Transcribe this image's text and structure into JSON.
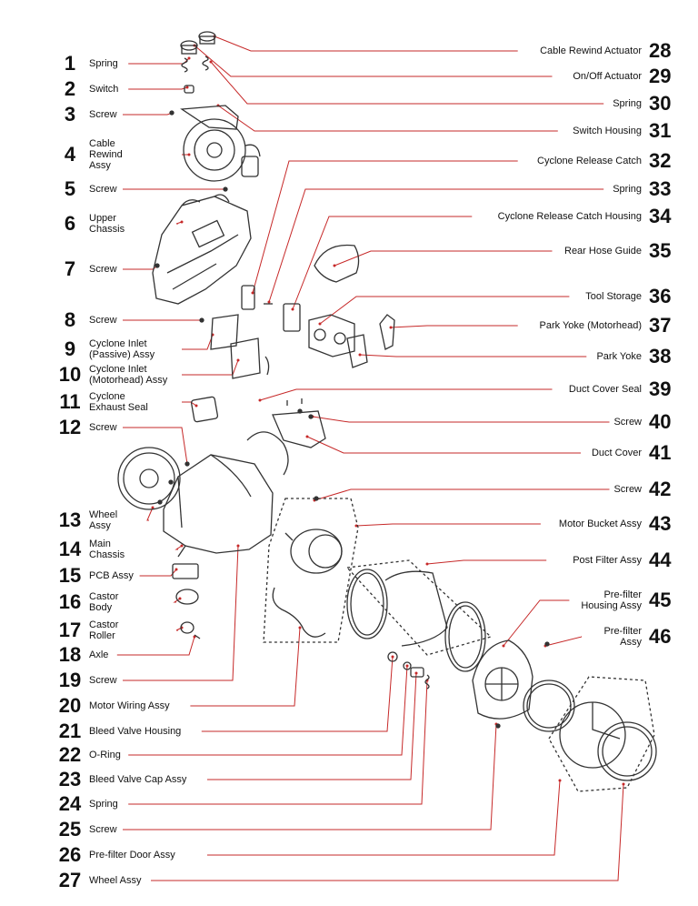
{
  "left_parts": [
    {
      "num": "1",
      "name": "Spring"
    },
    {
      "num": "2",
      "name": "Switch"
    },
    {
      "num": "3",
      "name": "Screw"
    },
    {
      "num": "4",
      "name": "Cable\nRewind\nAssy"
    },
    {
      "num": "5",
      "name": "Screw"
    },
    {
      "num": "6",
      "name": "Upper\nChassis"
    },
    {
      "num": "7",
      "name": "Screw"
    },
    {
      "num": "8",
      "name": "Screw"
    },
    {
      "num": "9",
      "name": "Cyclone Inlet\n(Passive) Assy"
    },
    {
      "num": "10",
      "name": "Cyclone Inlet\n(Motorhead) Assy"
    },
    {
      "num": "11",
      "name": "Cyclone\nExhaust Seal"
    },
    {
      "num": "12",
      "name": "Screw"
    },
    {
      "num": "13",
      "name": "Wheel\nAssy"
    },
    {
      "num": "14",
      "name": "Main\nChassis"
    },
    {
      "num": "15",
      "name": "PCB Assy"
    },
    {
      "num": "16",
      "name": "Castor\nBody"
    },
    {
      "num": "17",
      "name": "Castor\nRoller"
    },
    {
      "num": "18",
      "name": "Axle"
    },
    {
      "num": "19",
      "name": "Screw"
    },
    {
      "num": "20",
      "name": "Motor Wiring Assy"
    },
    {
      "num": "21",
      "name": "Bleed Valve Housing"
    },
    {
      "num": "22",
      "name": "O-Ring"
    },
    {
      "num": "23",
      "name": "Bleed Valve Cap Assy"
    },
    {
      "num": "24",
      "name": "Spring"
    },
    {
      "num": "25",
      "name": "Screw"
    },
    {
      "num": "26",
      "name": "Pre-filter Door Assy"
    },
    {
      "num": "27",
      "name": "Wheel Assy"
    }
  ],
  "right_parts": [
    {
      "num": "28",
      "name": "Cable Rewind Actuator"
    },
    {
      "num": "29",
      "name": "On/Off Actuator"
    },
    {
      "num": "30",
      "name": "Spring"
    },
    {
      "num": "31",
      "name": "Switch Housing"
    },
    {
      "num": "32",
      "name": "Cyclone Release Catch"
    },
    {
      "num": "33",
      "name": "Spring"
    },
    {
      "num": "34",
      "name": "Cyclone Release Catch Housing"
    },
    {
      "num": "35",
      "name": "Rear Hose Guide"
    },
    {
      "num": "36",
      "name": "Tool Storage"
    },
    {
      "num": "37",
      "name": "Park Yoke (Motorhead)"
    },
    {
      "num": "38",
      "name": "Park Yoke"
    },
    {
      "num": "39",
      "name": "Duct Cover Seal"
    },
    {
      "num": "40",
      "name": "Screw"
    },
    {
      "num": "41",
      "name": "Duct Cover"
    },
    {
      "num": "42",
      "name": "Screw"
    },
    {
      "num": "43",
      "name": "Motor Bucket Assy"
    },
    {
      "num": "44",
      "name": "Post Filter Assy"
    },
    {
      "num": "45",
      "name": "Pre-filter\nHousing Assy"
    },
    {
      "num": "46",
      "name": "Pre-filter\nAssy"
    }
  ],
  "colors": {
    "leader": "#c62828",
    "ink": "#111111",
    "part_line": "#333333"
  }
}
